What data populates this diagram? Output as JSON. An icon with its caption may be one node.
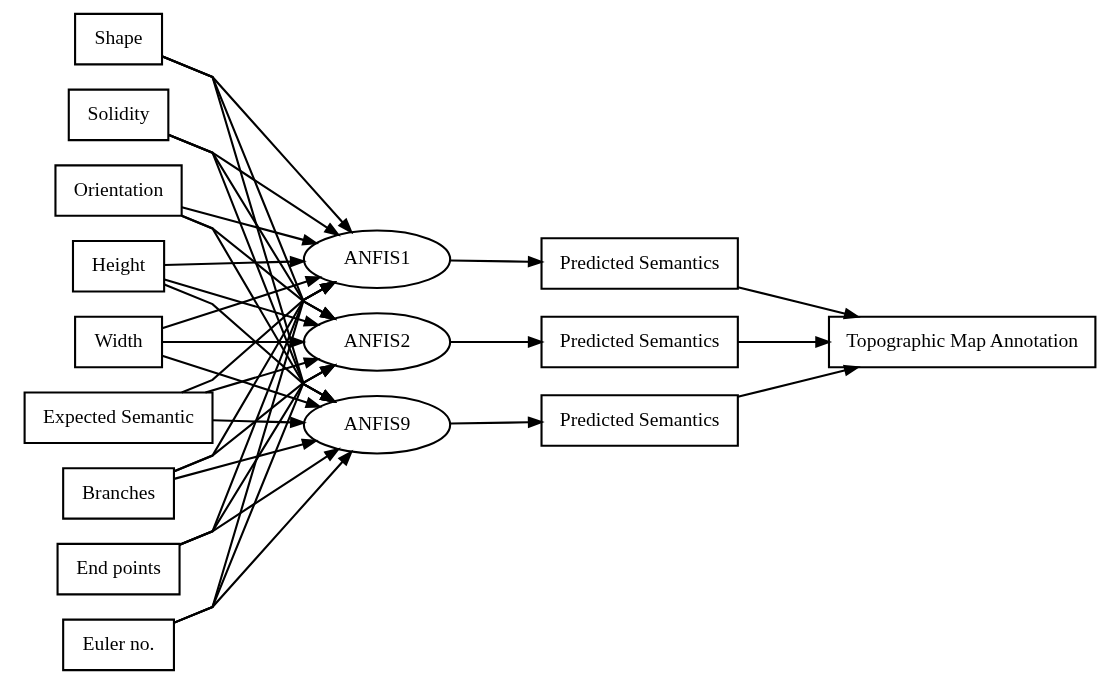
{
  "diagram": {
    "nodes": [
      {
        "text": [
          "Branches"
        ]
      },
      {
        "text": [
          "End points"
        ]
      },
      {
        "text": [
          "Euler no."
        ]
      },
      {
        "text": [
          "Shape"
        ]
      },
      {
        "text": [
          "Solidity"
        ]
      },
      {
        "text": [
          "Orientation"
        ]
      },
      {
        "text": [
          "Height"
        ]
      },
      {
        "text": [
          "Width"
        ]
      },
      {
        "text": [
          "Expected Semantic"
        ]
      },
      {
        "text": [
          "ANFIS1"
        ]
      },
      {
        "text": [
          "ANFIS2"
        ]
      },
      {
        "text": [
          "ANFIS9"
        ]
      },
      {
        "text": [
          "Predicted Semantics"
        ]
      },
      {
        "text": [
          "Predicted Semantics"
        ]
      },
      {
        "text": [
          "Predicted Semantics"
        ]
      },
      {
        "text": [
          "Topographic Map Annotation"
        ]
      }
    ],
    "edges": [
      {
        "from": 0,
        "to": 9,
        "arrow": "to"
      },
      {
        "from": 0,
        "to": 10,
        "arrow": "to"
      },
      {
        "from": 0,
        "to": 11,
        "arrow": "to"
      },
      {
        "from": 1,
        "to": 9,
        "arrow": "to"
      },
      {
        "from": 1,
        "to": 10,
        "arrow": "to"
      },
      {
        "from": 1,
        "to": 11,
        "arrow": "to"
      },
      {
        "from": 2,
        "to": 9,
        "arrow": "to"
      },
      {
        "from": 2,
        "to": 10,
        "arrow": "to"
      },
      {
        "from": 2,
        "to": 11,
        "arrow": "to"
      },
      {
        "from": 3,
        "to": 9,
        "arrow": "to"
      },
      {
        "from": 3,
        "to": 10,
        "arrow": "to"
      },
      {
        "from": 3,
        "to": 11,
        "arrow": "to"
      },
      {
        "from": 4,
        "to": 9,
        "arrow": "to"
      },
      {
        "from": 4,
        "to": 10,
        "arrow": "to"
      },
      {
        "from": 4,
        "to": 11,
        "arrow": "to"
      },
      {
        "from": 5,
        "to": 9,
        "arrow": "to"
      },
      {
        "from": 5,
        "to": 10,
        "arrow": "to"
      },
      {
        "from": 5,
        "to": 11,
        "arrow": "to"
      },
      {
        "from": 6,
        "to": 9,
        "arrow": "to"
      },
      {
        "from": 6,
        "to": 10,
        "arrow": "to"
      },
      {
        "from": 6,
        "to": 11,
        "arrow": "to"
      },
      {
        "from": 7,
        "to": 9,
        "arrow": "to"
      },
      {
        "from": 7,
        "to": 10,
        "arrow": "to"
      },
      {
        "from": 7,
        "to": 11,
        "arrow": "to"
      },
      {
        "from": 8,
        "to": 9,
        "arrow": "to"
      },
      {
        "from": 8,
        "to": 10,
        "arrow": "to"
      },
      {
        "from": 8,
        "to": 11,
        "arrow": "to"
      },
      {
        "from": 9,
        "to": 12,
        "arrow": "to"
      },
      {
        "from": 10,
        "to": 13,
        "arrow": "to"
      },
      {
        "from": 11,
        "to": 14,
        "arrow": "to"
      },
      {
        "from": 12,
        "to": 15,
        "arrow": "to"
      },
      {
        "from": 13,
        "to": 15,
        "arrow": "to"
      },
      {
        "from": 14,
        "to": 15,
        "arrow": "to"
      }
    ]
  }
}
